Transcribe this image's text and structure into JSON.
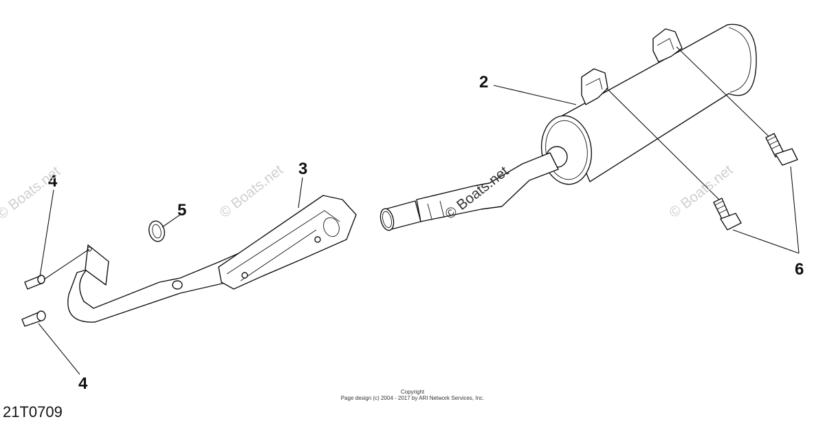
{
  "diagram": {
    "callouts": [
      {
        "id": "callout-2",
        "label": "2"
      },
      {
        "id": "callout-3",
        "label": "3"
      },
      {
        "id": "callout-4-upper",
        "label": "4"
      },
      {
        "id": "callout-4-lower",
        "label": "4"
      },
      {
        "id": "callout-5",
        "label": "5"
      },
      {
        "id": "callout-6",
        "label": "6"
      }
    ],
    "watermark_text": "© Boats.net",
    "copyright": {
      "line1": "Copyright",
      "line2": "Page design (c) 2004 - 2017 by ARI Network Services, Inc."
    },
    "drawing_id": "21T0709"
  }
}
